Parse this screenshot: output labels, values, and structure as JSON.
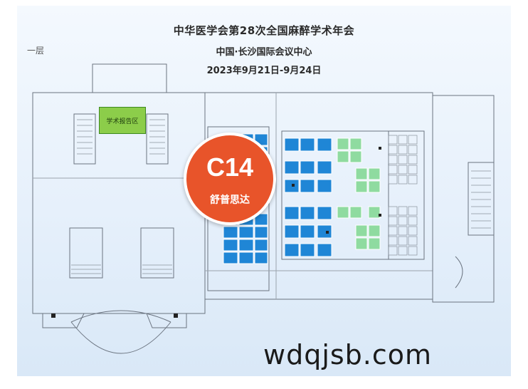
{
  "header": {
    "title": "中华医学会第28次全国麻醉学术年会",
    "venue": "中国·长沙国际会议中心",
    "dates": "2023年9月21日-9月24日"
  },
  "floor_label": "一层",
  "zone_label": "学术报告区",
  "booth": {
    "code": "C14",
    "exhibitor": "舒普思达"
  },
  "watermark": "wdqjsb.com",
  "colors": {
    "background": "#e6f0fb",
    "booth_blue": "#1f86d6",
    "booth_green": "#8fdba0",
    "badge": "#e8542a",
    "zone_green": "#8ccd4a"
  }
}
